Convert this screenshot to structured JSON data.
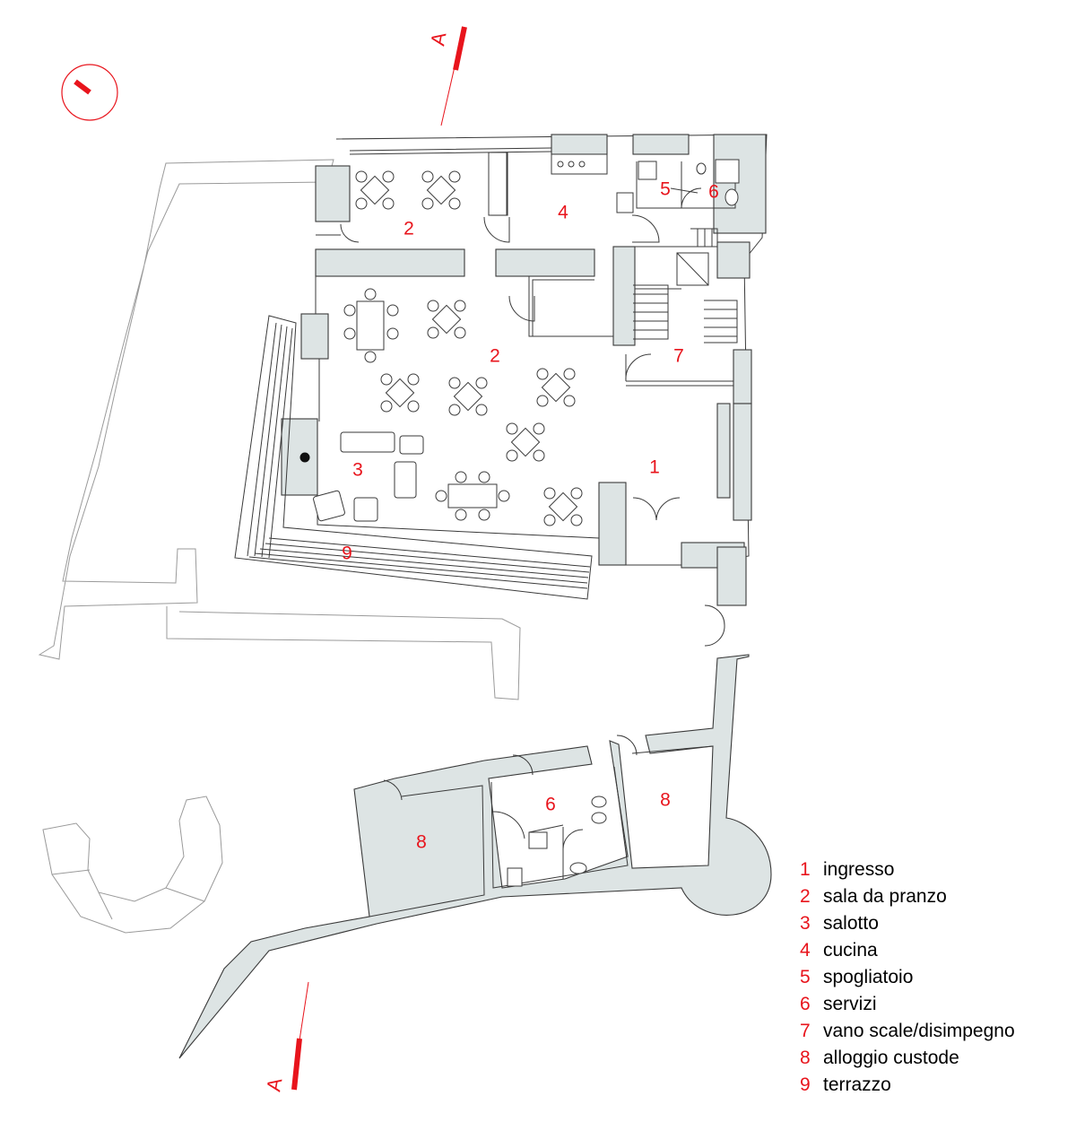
{
  "section_marker": "A",
  "room_labels": [
    {
      "id": "r1",
      "text": "1"
    },
    {
      "id": "r2a",
      "text": "2"
    },
    {
      "id": "r2b",
      "text": "2"
    },
    {
      "id": "r3",
      "text": "3"
    },
    {
      "id": "r4",
      "text": "4"
    },
    {
      "id": "r5",
      "text": "5"
    },
    {
      "id": "r6a",
      "text": "6"
    },
    {
      "id": "r6b",
      "text": "6"
    },
    {
      "id": "r7",
      "text": "7"
    },
    {
      "id": "r8a",
      "text": "8"
    },
    {
      "id": "r8b",
      "text": "8"
    },
    {
      "id": "r9",
      "text": "9"
    }
  ],
  "legend": [
    {
      "num": "1",
      "label": "ingresso"
    },
    {
      "num": "2",
      "label": "sala da pranzo"
    },
    {
      "num": "3",
      "label": "salotto"
    },
    {
      "num": "4",
      "label": "cucina"
    },
    {
      "num": "5",
      "label": "spogliatoio"
    },
    {
      "num": "6",
      "label": "servizi"
    },
    {
      "num": "7",
      "label": "vano scale/disimpegno"
    },
    {
      "num": "8",
      "label": "alloggio custode"
    },
    {
      "num": "9",
      "label": "terrazzo"
    }
  ],
  "colors": {
    "accent": "#e8141c",
    "wall_fill": "#dde4e4",
    "line": "#3a3a3a"
  },
  "icons": [
    "north-arrow-icon",
    "section-marker-icon"
  ]
}
